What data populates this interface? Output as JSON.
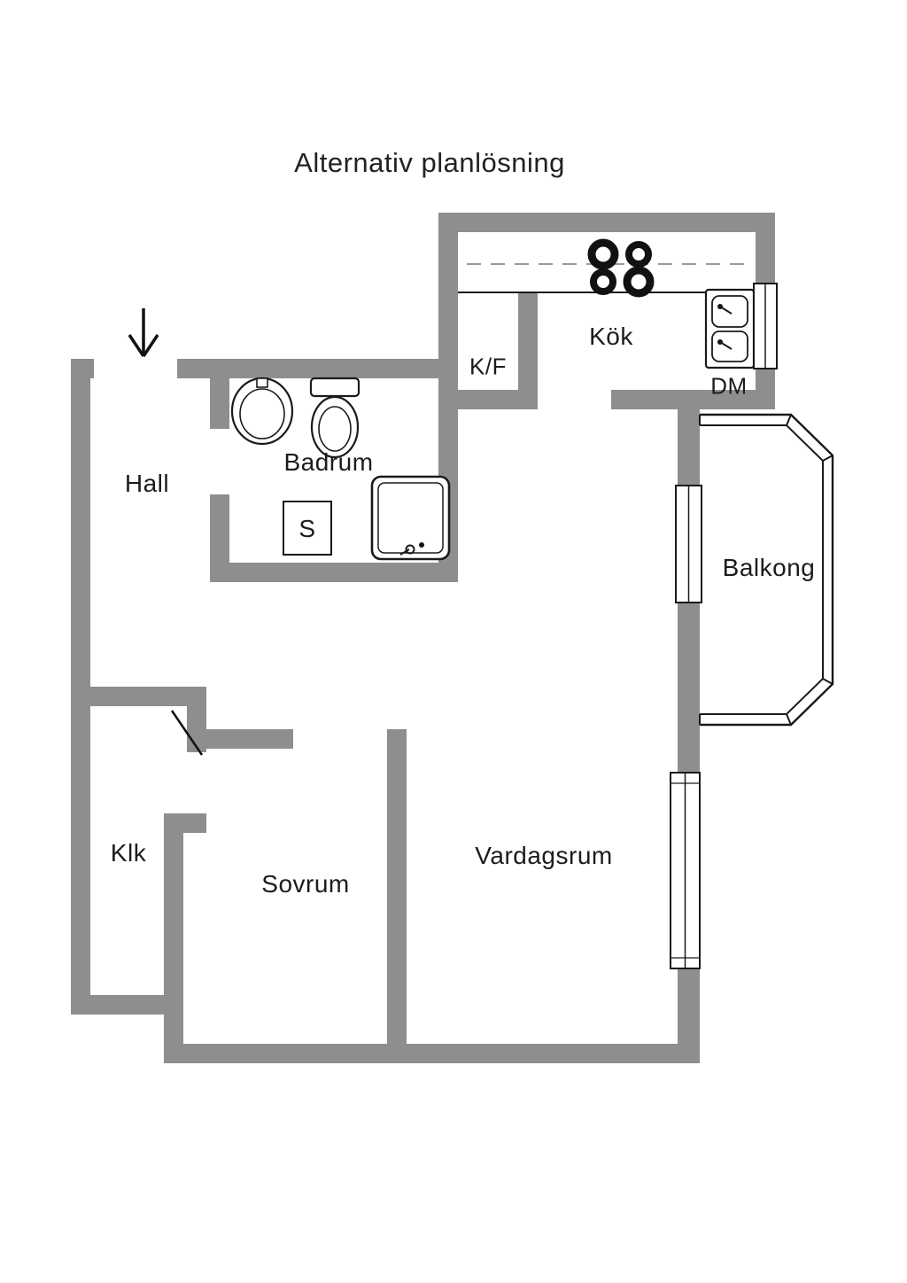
{
  "title": "Alternativ planlösning",
  "colors": {
    "wall": "#8e8e8e",
    "line": "#1a1a1a",
    "background": "#ffffff",
    "dashed_line": "#9a9a9a"
  },
  "rooms": {
    "hall": "Hall",
    "badrum": "Badrum",
    "kok": "Kök",
    "kf": "K/F",
    "dm": "DM",
    "s": "S",
    "balkong": "Balkong",
    "klk": "Klk",
    "sovrum": "Sovrum",
    "vardagsrum": "Vardagsrum"
  },
  "icons": {
    "entrance": "entrance-arrow-icon",
    "stove": "stove-icon",
    "kitchen_sink": "kitchen-sink-icon",
    "washbasin": "washbasin-icon",
    "toilet": "toilet-icon",
    "shower": "shower-icon",
    "door_swing": "door-swing-icon",
    "window": "window-icon",
    "balcony_railing": "balcony-railing-icon"
  }
}
